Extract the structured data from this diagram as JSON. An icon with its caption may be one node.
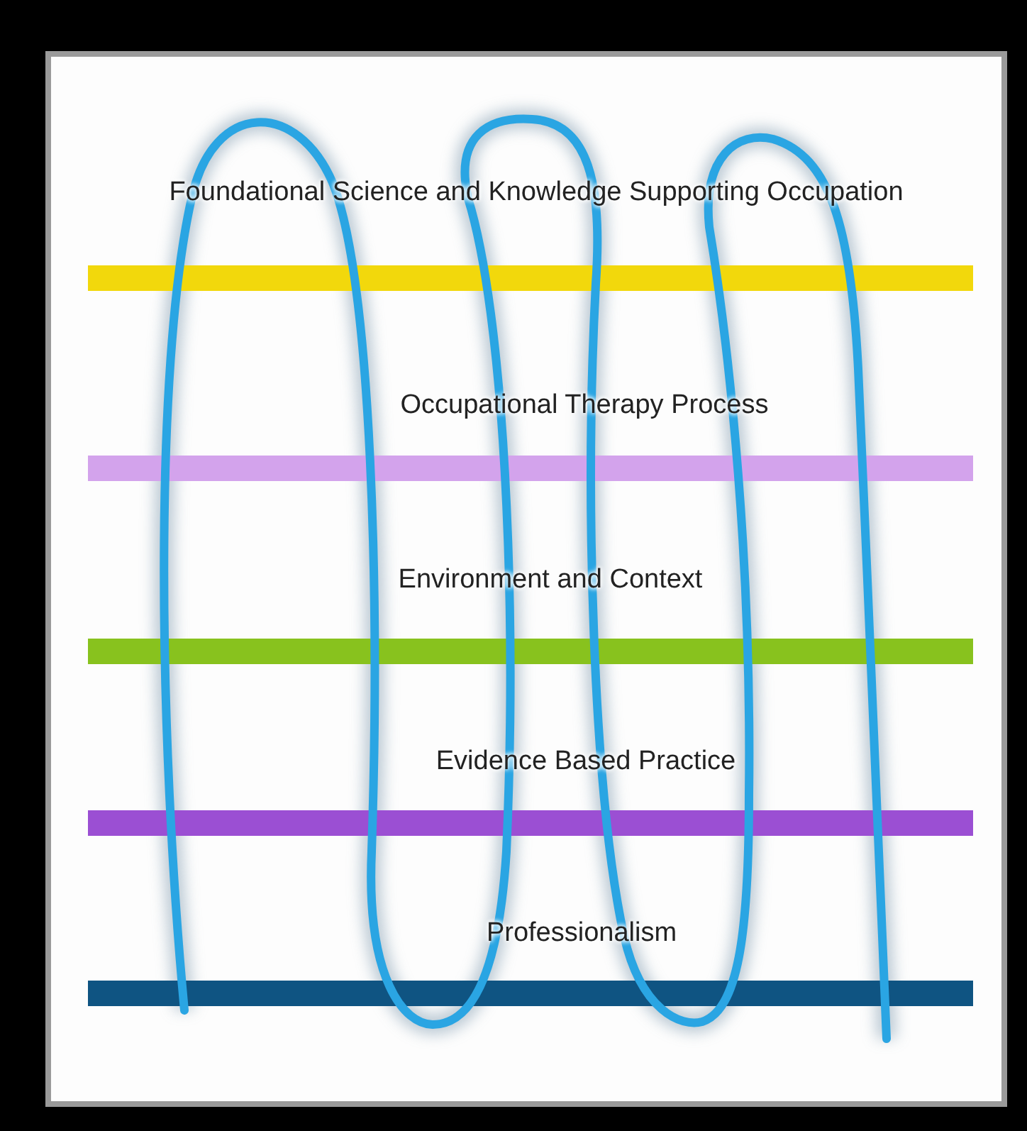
{
  "diagram": {
    "labels": [
      "Foundational Science and Knowledge Supporting Occupation",
      "Occupational Therapy Process",
      "Environment and Context",
      "Evidence Based Practice",
      "Professionalism"
    ]
  }
}
